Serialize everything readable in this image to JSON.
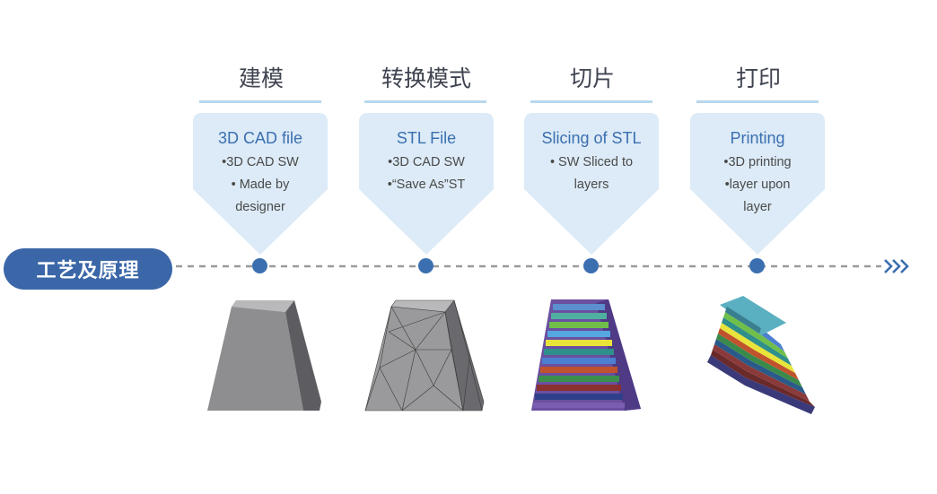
{
  "label": "工艺及原理",
  "steps": [
    {
      "title": "建模",
      "head": "3D CAD file",
      "items": [
        "•3D CAD SW",
        "• Made by",
        "designer"
      ]
    },
    {
      "title": "转换模式",
      "head": "STL File",
      "items": [
        "•3D CAD SW",
        "•“Save As”ST"
      ]
    },
    {
      "title": "切片",
      "head": "Slicing of STL",
      "items": [
        "• SW Sliced to",
        "layers"
      ]
    },
    {
      "title": "打印",
      "head": "Printing",
      "items": [
        "•3D printing",
        "•layer upon",
        "layer"
      ]
    }
  ],
  "colors": {
    "accent": "#3b67a8",
    "callout_fill": "#dcebf7",
    "divider": "#b7d7ee",
    "timeline": "#9a9a9a",
    "dot": "#3b6fb0"
  },
  "icons": [
    "model-shape-icon",
    "mesh-shape-icon",
    "sliced-shape-icon",
    "printed-layers-icon",
    "forward-arrows-icon"
  ]
}
